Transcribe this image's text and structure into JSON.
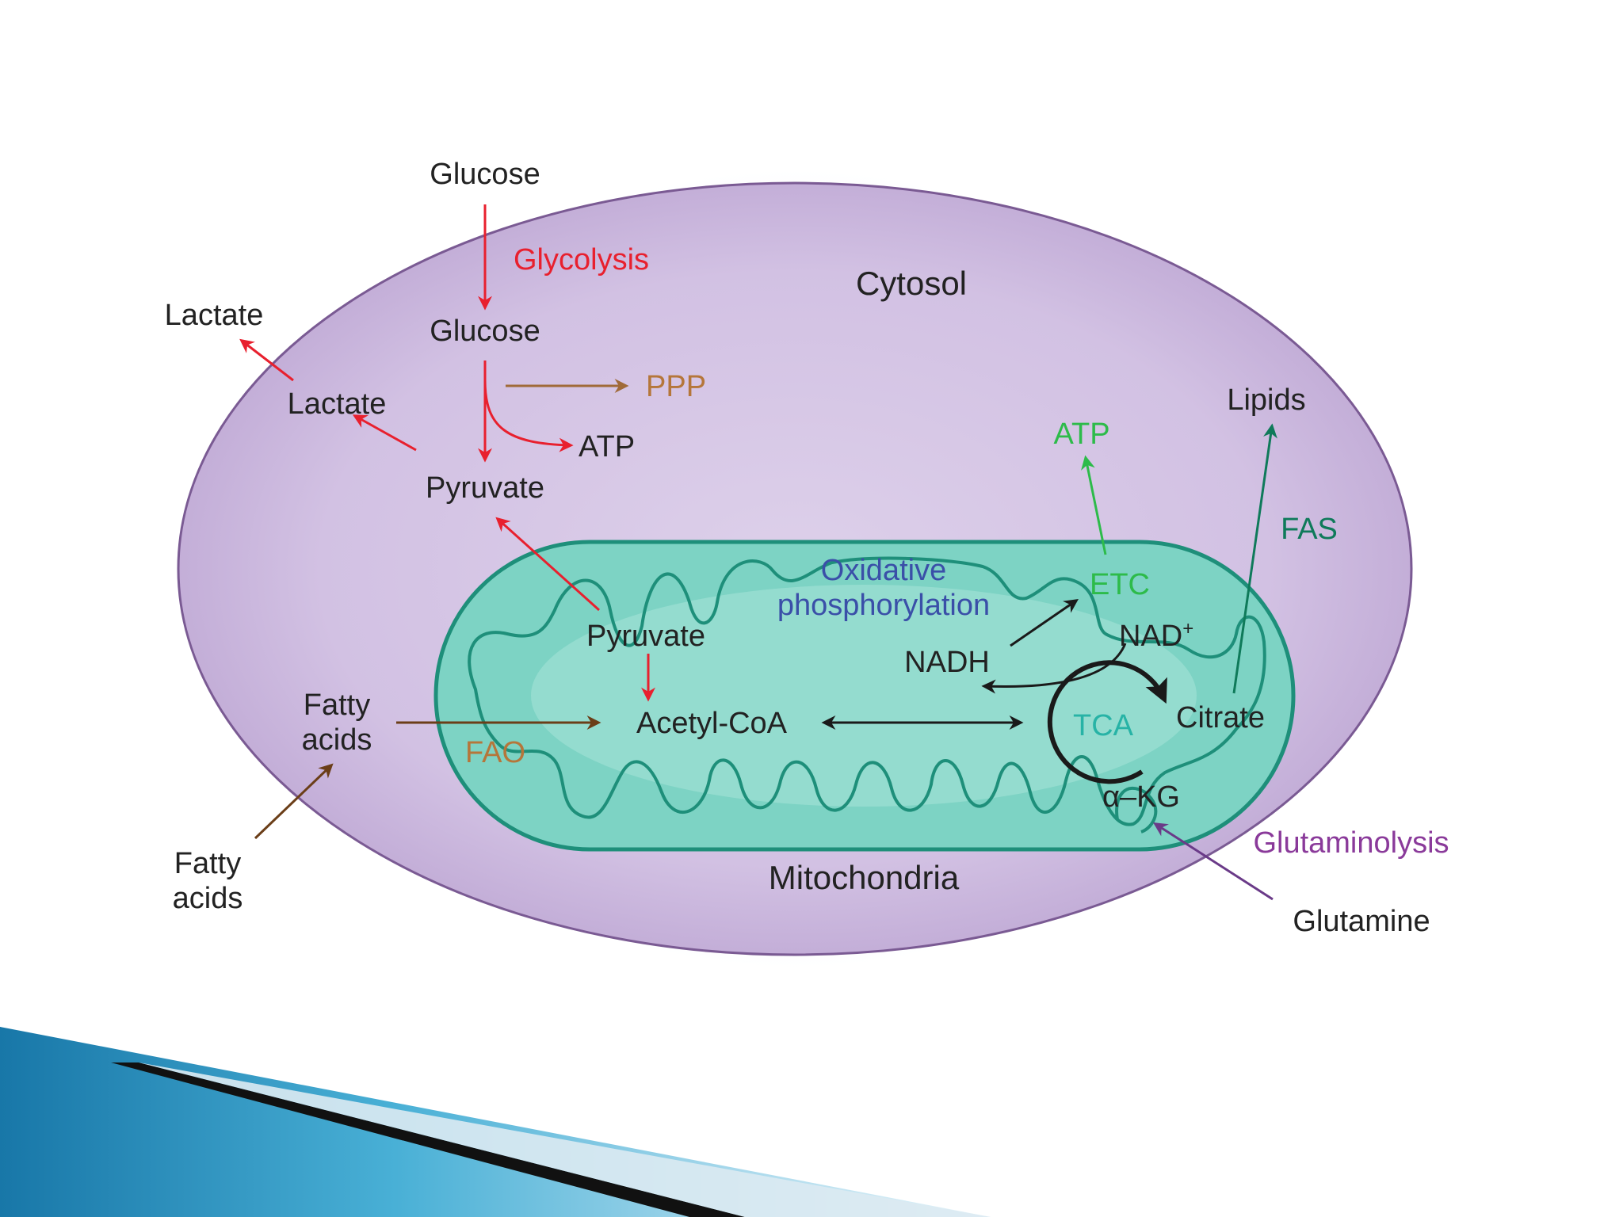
{
  "labels": {
    "glucose_outside": "Glucose",
    "glycolysis": "Glycolysis",
    "cytosol": "Cytosol",
    "lactate_outside": "Lactate",
    "glucose_inside": "Glucose",
    "ppp": "PPP",
    "lactate_inside": "Lactate",
    "atp_glycolysis": "ATP",
    "pyruvate_cytosol": "Pyruvate",
    "lipids": "Lipids",
    "atp_etc": "ATP",
    "fas": "FAS",
    "oxphos_line1": "Oxidative",
    "oxphos_line2": "phosphorylation",
    "etc": "ETC",
    "pyruvate_mito": "Pyruvate",
    "nad_plus": "NAD",
    "nad_plus_sup": "+",
    "nadh": "NADH",
    "fatty_acids_inside_1": "Fatty",
    "fatty_acids_inside_2": "acids",
    "acetyl_coa": "Acetyl-CoA",
    "tca": "TCA",
    "citrate": "Citrate",
    "fao": "FAO",
    "alpha_kg": "α–KG",
    "glutaminolysis": "Glutaminolysis",
    "fatty_acids_outside_1": "Fatty",
    "fatty_acids_outside_2": "acids",
    "mitochondria": "Mitochondria",
    "glutamine": "Glutamine"
  },
  "colors": {
    "cytosol_fill": "#d4c2e4",
    "cytosol_edge": "#b19bc9",
    "cytosol_border": "#7a5a93",
    "mito_fill": "#7dd3c4",
    "mito_border": "#1e8f7a",
    "glycolysis": "#e8202e",
    "ppp": "#b5763a",
    "etc_green": "#2dbb4a",
    "fas_teal": "#0f7a5a",
    "oxphos_blue": "#3a4fa8",
    "glutaminolysis_purple": "#8a3a9a",
    "fatty_acid_brown": "#7a4a20",
    "banner_blue": "#1e88b8"
  }
}
